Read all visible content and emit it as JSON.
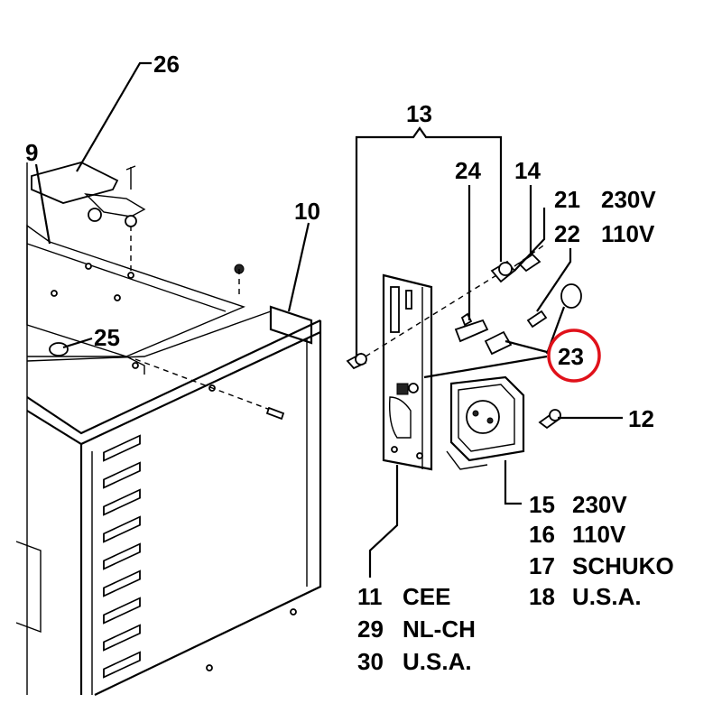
{
  "highlight_color": "#e0111a",
  "callouts": {
    "c9": "9",
    "c10": "10",
    "c12": "12",
    "c13": "13",
    "c14": "14",
    "c23": "23",
    "c24": "24",
    "c25": "25",
    "c26": "26"
  },
  "variants_21_22": [
    {
      "num": "21",
      "text": "230V"
    },
    {
      "num": "22",
      "text": "110V"
    }
  ],
  "variants_15_18": [
    {
      "num": "15",
      "text": "230V"
    },
    {
      "num": "16",
      "text": "110V"
    },
    {
      "num": "17",
      "text": "SCHUKO"
    },
    {
      "num": "18",
      "text": "U.S.A."
    }
  ],
  "variants_11_30": [
    {
      "num": "11",
      "text": "CEE"
    },
    {
      "num": "29",
      "text": "NL-CH"
    },
    {
      "num": "30",
      "text": "U.S.A."
    }
  ]
}
